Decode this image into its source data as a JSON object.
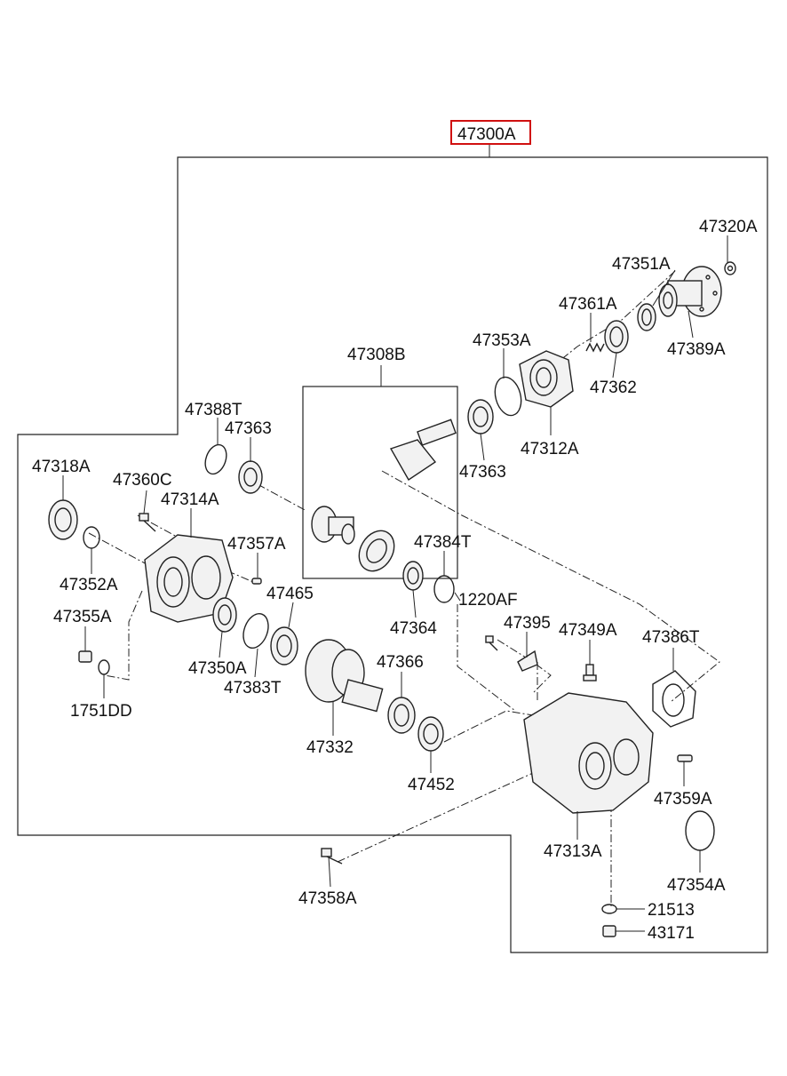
{
  "title": "",
  "assembly": {
    "code": "47300A",
    "highlight_color": "#d01010"
  },
  "group_box": {
    "code": "47308B"
  },
  "parts": [
    {
      "code": "47320A"
    },
    {
      "code": "47351A"
    },
    {
      "code": "47361A"
    },
    {
      "code": "47389A"
    },
    {
      "code": "47353A"
    },
    {
      "code": "47362"
    },
    {
      "code": "47308B"
    },
    {
      "code": "47388T"
    },
    {
      "code": "47363"
    },
    {
      "code": "47312A"
    },
    {
      "code": "47318A"
    },
    {
      "code": "47360C"
    },
    {
      "code": "47314A"
    },
    {
      "code": "47363"
    },
    {
      "code": "47357A"
    },
    {
      "code": "47384T"
    },
    {
      "code": "47352A"
    },
    {
      "code": "47465"
    },
    {
      "code": "1220AF"
    },
    {
      "code": "47395"
    },
    {
      "code": "47355A"
    },
    {
      "code": "47364"
    },
    {
      "code": "47349A"
    },
    {
      "code": "47386T"
    },
    {
      "code": "47350A"
    },
    {
      "code": "47366"
    },
    {
      "code": "47383T"
    },
    {
      "code": "1751DD"
    },
    {
      "code": "47332"
    },
    {
      "code": "47452"
    },
    {
      "code": "47359A"
    },
    {
      "code": "47313A"
    },
    {
      "code": "47354A"
    },
    {
      "code": "47358A"
    },
    {
      "code": "21513"
    },
    {
      "code": "43171"
    }
  ]
}
